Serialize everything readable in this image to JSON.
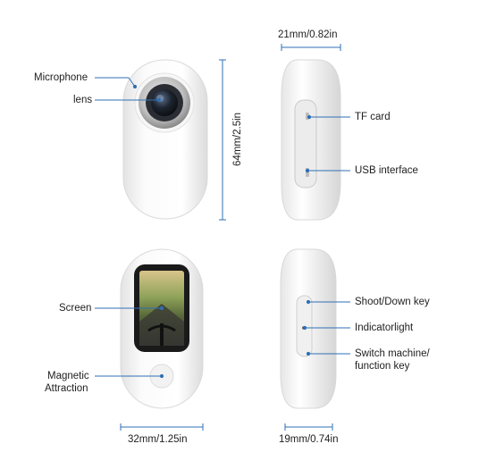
{
  "labels": {
    "microphone": "Microphone",
    "lens": "lens",
    "tf_card": "TF card",
    "usb_interface": "USB interface",
    "screen": "Screen",
    "magnetic_line1": "Magnetic",
    "magnetic_line2": "Attraction",
    "shoot_down_key": "Shoot/Down key",
    "indicator_light": "Indicatorlight",
    "switch_line1": "Switch machine/",
    "switch_line2": "function key"
  },
  "dimensions": {
    "width_side": "21mm/0.82in",
    "height": "64mm/2.5in",
    "width_front": "32mm/1.25in",
    "width_side_bottom": "19mm/0.74in"
  },
  "colors": {
    "accent_line": "#2f6fb5",
    "body": "#f4f4f4"
  }
}
